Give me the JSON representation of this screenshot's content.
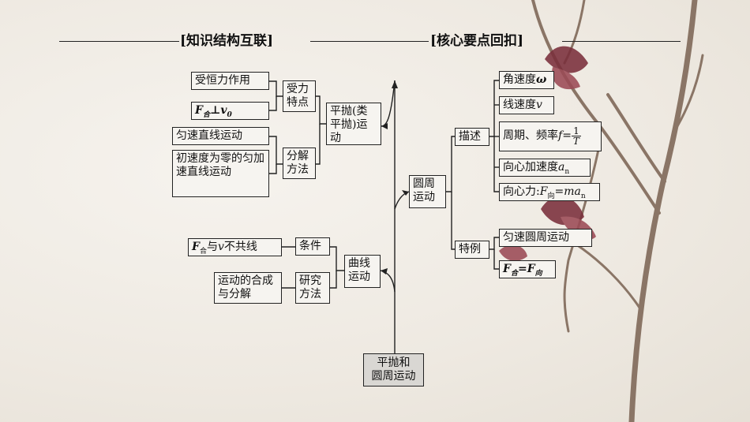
{
  "header": {
    "left_title": "[知识结构互联]",
    "right_title": "[核心要点回扣]"
  },
  "root": {
    "line1": "平抛和",
    "line2": "圆周运动"
  },
  "branches": {
    "projectile": {
      "label": "平抛(类平抛)运动",
      "force": {
        "label": "受力特点",
        "items": [
          "受恒力作用",
          "F合⊥v0"
        ]
      },
      "decomposition": {
        "label": "分解方法",
        "items": [
          "匀速直线运动",
          "初速度为零的匀加速直线运动"
        ]
      }
    },
    "curved": {
      "label": "曲线运动",
      "condition": {
        "label": "条件",
        "item": "F合与v不共线"
      },
      "method": {
        "label": "研究方法",
        "item": "运动的合成与分解"
      }
    },
    "circular": {
      "label": "圆周运动",
      "describe": {
        "label": "描述",
        "items": [
          "角速度ω",
          "线速度v",
          "周期、频率f=1/T",
          "向心加速度an",
          "向心力:F向=man"
        ]
      },
      "special": {
        "label": "特例",
        "items": [
          "匀速圆周运动",
          "F合=F向"
        ]
      }
    }
  },
  "colors": {
    "line": "#222222",
    "petal": "#7a2f3b",
    "branch": "#8a7566"
  }
}
